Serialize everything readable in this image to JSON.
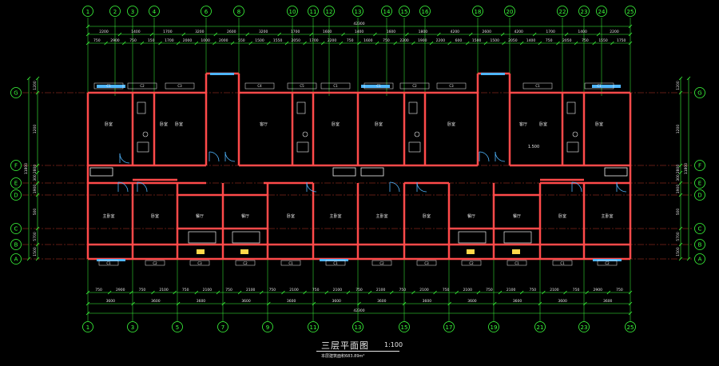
{
  "title": "三层平面图",
  "scale": "1:100",
  "note": "本层建筑面积683.89m²",
  "colors": {
    "background": "#000000",
    "wall": "#ff4a4a",
    "window": "#4fb6ff",
    "dimension": "#3cff3c",
    "grid_bubble": "#3cff3c",
    "axis_line": "#c0392b",
    "door": "#4fb6ff",
    "fixture": "#f0f0f0",
    "text": "#e8e8e8",
    "stair": "#ffd84a"
  },
  "axes_vertical_top": [
    "1",
    "2",
    "3",
    "4",
    "6",
    "8",
    "10",
    "11",
    "12",
    "13",
    "14",
    "15",
    "16",
    "18",
    "20",
    "22",
    "23",
    "24",
    "25"
  ],
  "axes_vertical_bottom": [
    "1",
    "3",
    "5",
    "7",
    "9",
    "11",
    "13",
    "15",
    "17",
    "19",
    "21",
    "23",
    "25"
  ],
  "axes_horizontal": [
    "G",
    "F",
    "E",
    "D",
    "C",
    "B",
    "A"
  ],
  "dim_top_total": "42300",
  "dim_top_row1": [
    "2200",
    "1400",
    "1700",
    "3200",
    "2600",
    "3200",
    "1700",
    "1600",
    "1400",
    "1600",
    "1800",
    "4200",
    "2600",
    "4200",
    "1700",
    "1400",
    "2200"
  ],
  "dim_top_row2": [
    "750",
    "2900",
    "750",
    "150",
    "1700",
    "2000",
    "1000",
    "2000",
    "550",
    "1500",
    "1550",
    "2050",
    "1700",
    "2200",
    "750",
    "1600",
    "750",
    "2200",
    "1900",
    "2200",
    "600",
    "1500",
    "1500",
    "2050",
    "1400",
    "750",
    "2050",
    "750",
    "1550",
    "1750"
  ],
  "dim_bottom_row1": [
    "750",
    "2900",
    "750",
    "2100",
    "750",
    "2100",
    "750",
    "2100",
    "750",
    "2100",
    "750",
    "2100",
    "750",
    "2100",
    "750",
    "2100",
    "750",
    "2100",
    "750",
    "2100",
    "750",
    "2100",
    "750",
    "2900",
    "750"
  ],
  "dim_bottom_row2": [
    "3600",
    "3600",
    "3600",
    "3600",
    "3600",
    "3600",
    "3600",
    "3600",
    "3600",
    "3600",
    "3600",
    "3600"
  ],
  "dim_bottom_total": "42300",
  "dim_left_vertical": [
    "1200",
    "1200",
    "2800",
    "300",
    "1900",
    "500",
    "5700",
    "1500"
  ],
  "dim_left_total": "11800",
  "dim_right_vertical": [
    "1200",
    "1200",
    "2800",
    "300",
    "1900",
    "500",
    "5700",
    "1500"
  ],
  "dim_right_total": "11800",
  "rooms_upper": [
    "卧室",
    "卧室",
    "卧室",
    "客厅",
    "卧室",
    "卧室",
    "卧室",
    "客厅",
    "卧室",
    "卧室"
  ],
  "rooms_lower": [
    "主卧室",
    "卧室",
    "餐厅",
    "餐厅",
    "卧室",
    "主卧室",
    "主卧室",
    "卧室",
    "餐厅",
    "餐厅",
    "卧室",
    "主卧室"
  ],
  "windows_upper": [
    "C1",
    "C2",
    "C3",
    "C4",
    "C5",
    "C1",
    "C1",
    "C2",
    "C3",
    "C1",
    "C1"
  ],
  "windows_lower": [
    "C1",
    "C2",
    "C3",
    "C2",
    "C1",
    "C1",
    "C2",
    "C3",
    "C2",
    "C1",
    "C1",
    "C2"
  ],
  "level_mark": "1.500"
}
